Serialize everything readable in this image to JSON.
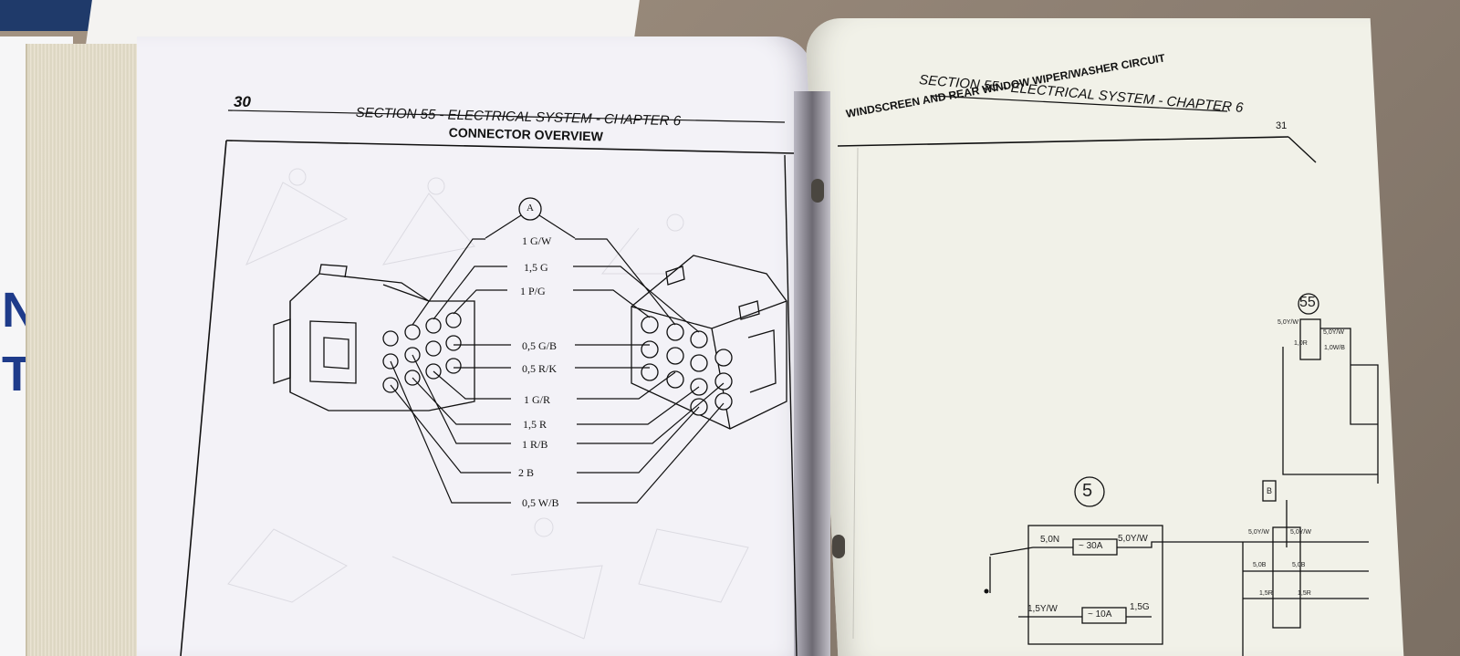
{
  "background": {
    "left_document_text": "NE\nT\n"
  },
  "left_page": {
    "page_number": "30",
    "section_header": "SECTION 55 - ELECTRICAL SYSTEM - CHAPTER 6",
    "title": "CONNECTOR OVERVIEW",
    "connector_label": "A",
    "wire_labels": [
      "1 G/W",
      "1,5 G",
      "1 P/G",
      "0,5 G/B",
      "0,5 R/K",
      "1 G/R",
      "1,5 R",
      "1 R/B",
      "2 B",
      "0,5 W/B"
    ]
  },
  "right_page": {
    "section_header": "SECTION 55 - ELECTRICAL SYSTEM - CHAPTER 6",
    "title": "WINDSCREEN AND REAR WINDOW WIPER/WASHER CIRCUIT",
    "page_number": "31",
    "component_55": "55",
    "component_5": "5",
    "component_b": "B",
    "fuse_30a": "30A",
    "fuse_10a": "10A",
    "wire_5_0n": "5,0N",
    "wire_5_0yw": "5,0Y/W",
    "wire_1_5yw": "1,5Y/W",
    "wire_1_5g": "1,5G",
    "relay_5_0yw_l": "5,0Y/W",
    "relay_5_0yw_r": "5,0Y/W",
    "relay_5_0b": "5,0B",
    "relay_1_5r_l": "1,5R",
    "relay_1_5r_r": "1,5R",
    "top_5_0yw": "5,0Y/W",
    "top_5_0yw_r": "5,0Y/W",
    "top_1_0r": "1,0R",
    "top_1_0wb": "1,0W/B"
  }
}
